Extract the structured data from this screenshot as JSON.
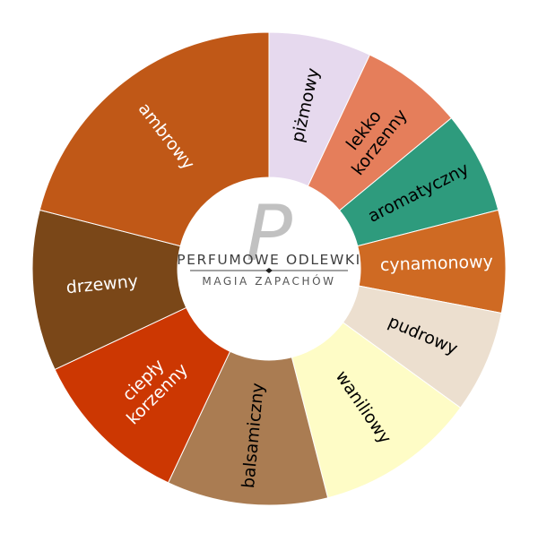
{
  "chart_data": {
    "type": "pie",
    "variant": "donut",
    "categories": [
      "piżmowy",
      "lekko korzenny",
      "aromatyczny",
      "cynamonowy",
      "pudrowy",
      "waniliowy",
      "balsamiczny",
      "ciepły korzenny",
      "drzewny",
      "ambrowy"
    ],
    "values": [
      7,
      7,
      7,
      7,
      7,
      11,
      11,
      11,
      11,
      21
    ],
    "value_unit": "percent",
    "colors": [
      "#e6d9ee",
      "#e57e5b",
      "#2e9b7d",
      "#cf6a23",
      "#ecdfcf",
      "#fefcc6",
      "#aa7c52",
      "#cc3702",
      "#7a4718",
      "#c05817"
    ],
    "label_colors": [
      "#000000",
      "#000000",
      "#000000",
      "#ffffff",
      "#000000",
      "#000000",
      "#000000",
      "#ffffff",
      "#ffffff",
      "#ffffff"
    ],
    "title": "",
    "legend": "none"
  },
  "logo": {
    "brand_line": "PERFUMOWE ODLEWKI",
    "tagline": "MAGIA ZAPACHÓW",
    "monogram": "P"
  }
}
